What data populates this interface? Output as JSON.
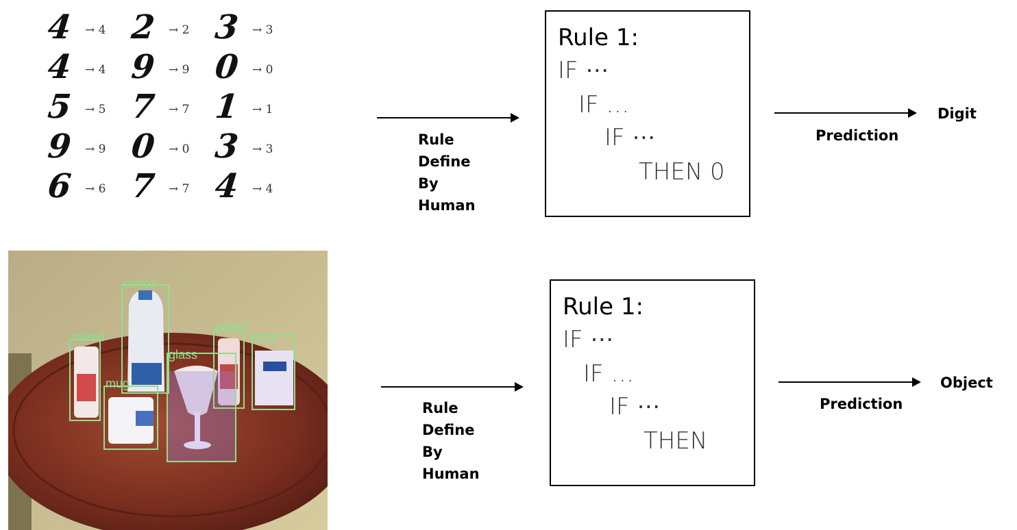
{
  "mnist": {
    "cells": [
      {
        "digit": "4",
        "label": "4"
      },
      {
        "digit": "2",
        "label": "2"
      },
      {
        "digit": "3",
        "label": "3"
      },
      {
        "digit": "4",
        "label": "4"
      },
      {
        "digit": "9",
        "label": "9"
      },
      {
        "digit": "0",
        "label": "0"
      },
      {
        "digit": "5",
        "label": "5"
      },
      {
        "digit": "7",
        "label": "7"
      },
      {
        "digit": "1",
        "label": "1"
      },
      {
        "digit": "9",
        "label": "9"
      },
      {
        "digit": "0",
        "label": "0"
      },
      {
        "digit": "3",
        "label": "3"
      },
      {
        "digit": "6",
        "label": "6"
      },
      {
        "digit": "7",
        "label": "7"
      },
      {
        "digit": "4",
        "label": "4"
      }
    ],
    "arrow": "→"
  },
  "scene": {
    "labels": [
      "naked",
      "clorox",
      "mug",
      "glass",
      "naked",
      "taza"
    ],
    "colors": {
      "table": "#7a2e1f",
      "wall": "#c7b98a",
      "box": "#8fe08f"
    }
  },
  "top": {
    "arrow_caption": [
      "Rule",
      "Define",
      "By",
      "Human"
    ],
    "rule": {
      "title": "Rule 1:",
      "line1": "IF ⋯",
      "line2": "IF …",
      "line3": "IF ⋯",
      "line4": "THEN 0"
    },
    "prediction_label": "Prediction",
    "output_label": "Digit"
  },
  "bottom": {
    "arrow_caption": [
      "Rule",
      "Define",
      "By",
      "Human"
    ],
    "rule": {
      "title": "Rule 1:",
      "line1": "IF ⋯",
      "line2": "IF …",
      "line3": "IF ⋯",
      "line4": "THEN"
    },
    "prediction_label": "Prediction",
    "output_label": "Object"
  }
}
